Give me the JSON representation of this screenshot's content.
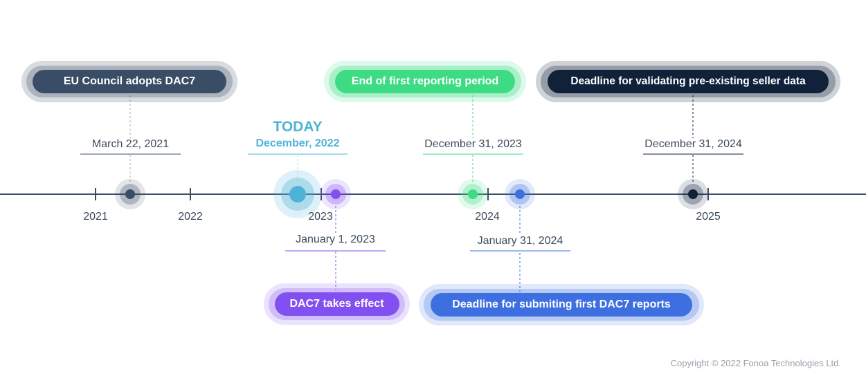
{
  "today": {
    "title": "TODAY",
    "date": "December, 2022"
  },
  "years": [
    "2021",
    "2022",
    "2023",
    "2024",
    "2025"
  ],
  "milestones": [
    {
      "date": "March 22, 2021",
      "event": "EU Council adopts DAC7",
      "color": "#3a4d66"
    },
    {
      "date": "January 1, 2023",
      "event": "DAC7 takes effect",
      "color": "#8250f0"
    },
    {
      "date": "December 31, 2023",
      "event": "End of first reporting period",
      "color": "#3ddc84"
    },
    {
      "date": "January 31, 2024",
      "event": "Deadline for submiting first DAC7 reports",
      "color": "#3d6fe0"
    },
    {
      "date": "December 31, 2024",
      "event": "Deadline for validating pre-existing seller data",
      "color": "#10213a"
    }
  ],
  "colors": {
    "axis": "#3a4d66",
    "today": "#4fb3d8",
    "text": "#3d4a5c"
  },
  "copyright": "Copyright © 2022 Fonoa Technologies Ltd."
}
